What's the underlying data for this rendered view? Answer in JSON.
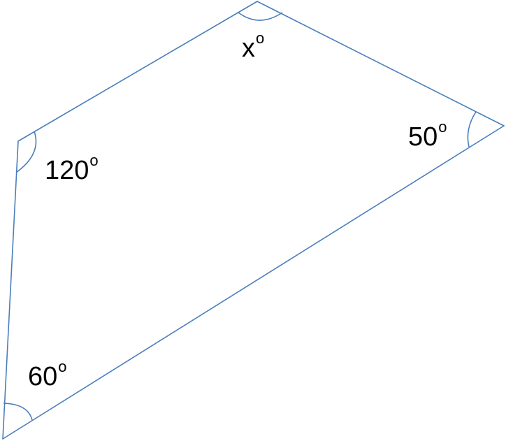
{
  "diagram": {
    "shape": "quadrilateral",
    "stroke_color": "#4a7ebb",
    "angles": {
      "top": {
        "value": "x",
        "degree_symbol": "o"
      },
      "left": {
        "value": "120",
        "degree_symbol": "o"
      },
      "right": {
        "value": "50",
        "degree_symbol": "o"
      },
      "bottom": {
        "value": "60",
        "degree_symbol": "o"
      }
    }
  }
}
